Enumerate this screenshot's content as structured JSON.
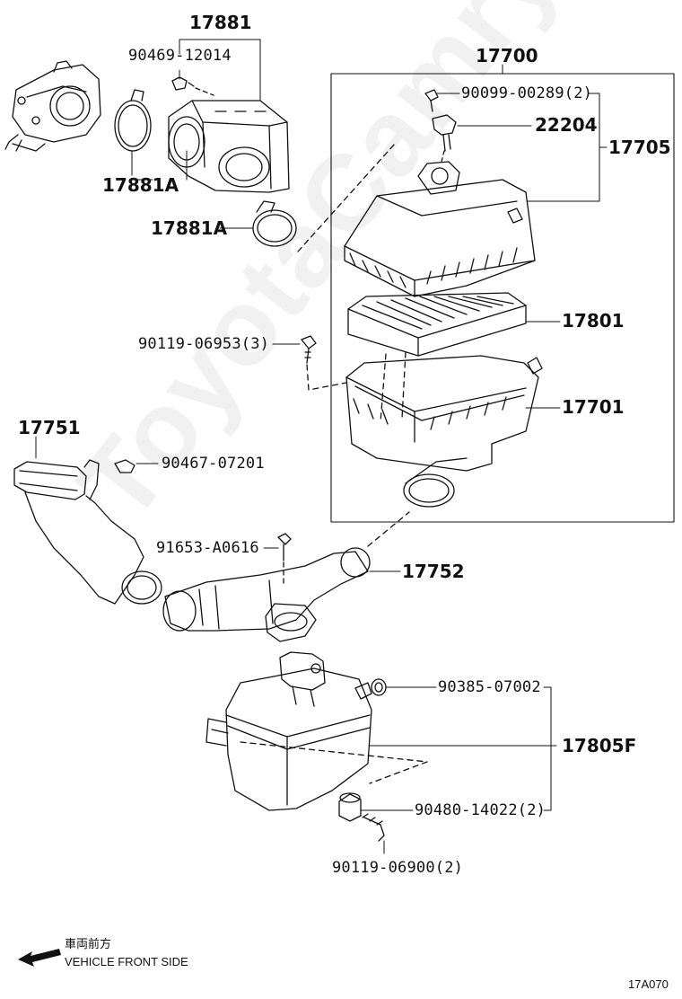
{
  "labels": {
    "p17881": "17881",
    "p90469": "90469-12014",
    "p17881A_top": "17881A",
    "p17881A_mid": "17881A",
    "p17700": "17700",
    "p90099": "90099-00289(2)",
    "p22204": "22204",
    "p17705": "17705",
    "p17801": "17801",
    "p90119_6953": "90119-06953(3)",
    "p17701": "17701",
    "p17751": "17751",
    "p90467": "90467-07201",
    "p91653": "91653-A0616",
    "p17752": "17752",
    "p90385": "90385-07002",
    "p17805F": "17805F",
    "p90480": "90480-14022(2)",
    "p90119_6900": "90119-06900(2)"
  },
  "footer": {
    "front_jp": "車両前方",
    "front_en": "VEHICLE FRONT SIDE",
    "figure_code": "17A070"
  },
  "watermark": "ToyotaCamry.ru",
  "colors": {
    "line": "#111111",
    "watermark": "#e6e6e6"
  },
  "icons": {
    "front_arrow": "arrow-left-icon"
  }
}
